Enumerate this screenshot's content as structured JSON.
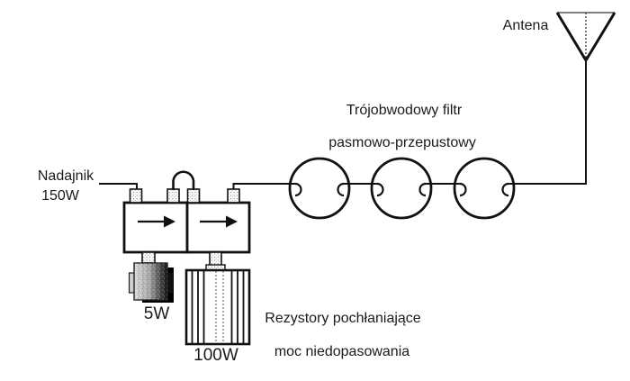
{
  "diagram": {
    "colors": {
      "background": "#ffffff",
      "line": "#111111",
      "text": "#1a1a1a"
    },
    "transmitter": {
      "label_line1": "Nadajnik",
      "label_line2": "150W"
    },
    "antenna": {
      "label": "Antena"
    },
    "filter": {
      "label_line1": "Trójobwodowy filtr",
      "label_line2": "pasmowo-przepustowy",
      "circuit_count": 3
    },
    "resistors": {
      "small_label": "5W",
      "large_label": "100W",
      "caption_line1": "Rezystory pochłaniające",
      "caption_line2": "moc niedopasowania"
    }
  }
}
